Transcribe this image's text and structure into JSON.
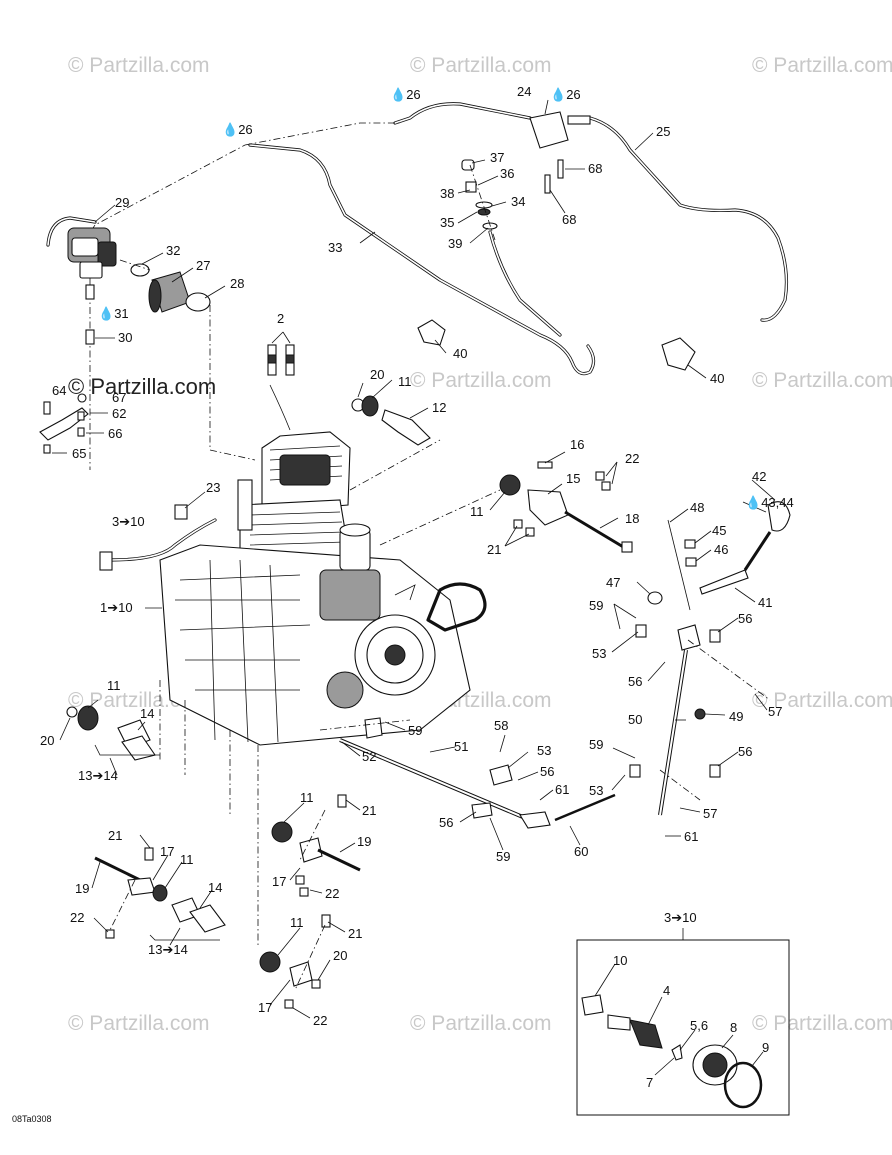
{
  "watermark": "© Partzilla.com",
  "diagram_code": "08Ta0308",
  "inset_title": "3➔10",
  "labels": {
    "l1_10": "1➔10",
    "l2": "2",
    "l3_10": "3➔10",
    "l4": "4",
    "l5_6": "5,6",
    "l7": "7",
    "l8": "8",
    "l9": "9",
    "l10": "10",
    "l11a": "11",
    "l11b": "11",
    "l11c": "11",
    "l11d": "11",
    "l11e": "11",
    "l11f": "11",
    "l12": "12",
    "l13_14a": "13➔14",
    "l13_14b": "13➔14",
    "l14a": "14",
    "l14b": "14",
    "l15": "15",
    "l16": "16",
    "l17a": "17",
    "l17b": "17",
    "l17c": "17",
    "l18": "18",
    "l19a": "19",
    "l19b": "19",
    "l20a": "20",
    "l20b": "20",
    "l20c": "20",
    "l21a": "21",
    "l21b": "21",
    "l21c": "21",
    "l21d": "21",
    "l22a": "22",
    "l22b": "22",
    "l22c": "22",
    "l22d": "22",
    "l23": "23",
    "l24": "24",
    "l25": "25",
    "l26a": "26",
    "l26b": "26",
    "l26c": "26",
    "l27": "27",
    "l28": "28",
    "l29": "29",
    "l30": "30",
    "l31": "31",
    "l32": "32",
    "l33": "33",
    "l34": "34",
    "l35": "35",
    "l36": "36",
    "l37": "37",
    "l38": "38",
    "l39": "39",
    "l40a": "40",
    "l40b": "40",
    "l41": "41",
    "l42": "42",
    "l43_44": "43,44",
    "l45": "45",
    "l46": "46",
    "l47": "47",
    "l48": "48",
    "l49": "49",
    "l50": "50",
    "l51": "51",
    "l52": "52",
    "l53a": "53",
    "l53b": "53",
    "l53c": "53",
    "l56a": "56",
    "l56b": "56",
    "l56c": "56",
    "l56d": "56",
    "l56e": "56",
    "l57a": "57",
    "l57b": "57",
    "l58": "58",
    "l59a": "59",
    "l59b": "59",
    "l59c": "59",
    "l59d": "59",
    "l60": "60",
    "l61a": "61",
    "l61b": "61",
    "l62": "62",
    "l64": "64",
    "l65": "65",
    "l66": "66",
    "l67": "67",
    "l68a": "68",
    "l68b": "68"
  }
}
